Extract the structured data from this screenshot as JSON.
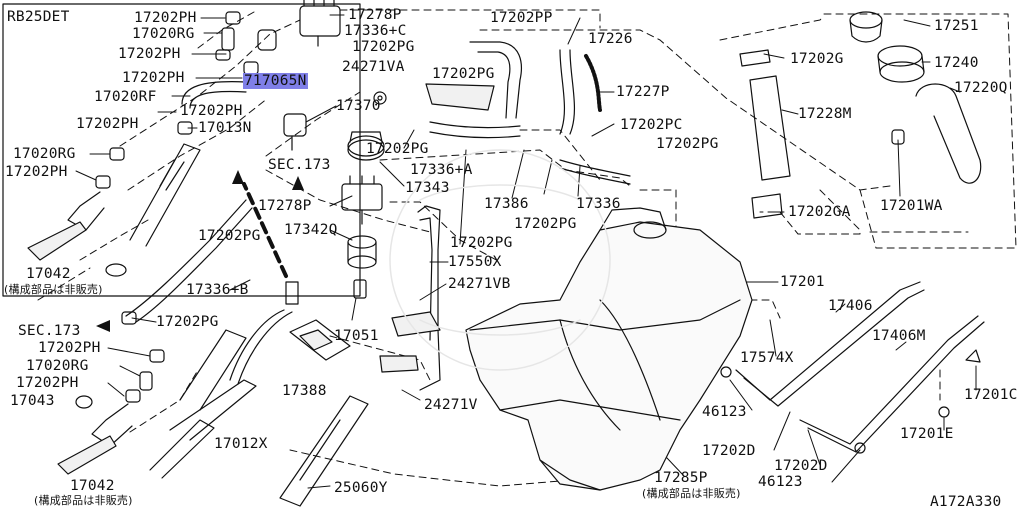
{
  "diagram": {
    "engine_box_label": "RB25DET",
    "figure_code": "A172A330",
    "labels": [
      {
        "id": "l1",
        "text": "17202PH"
      },
      {
        "id": "l2",
        "text": "17020RG"
      },
      {
        "id": "l3",
        "text": "17202PH"
      },
      {
        "id": "l4",
        "text": "17202PH"
      },
      {
        "id": "l5",
        "text": "17020RF"
      },
      {
        "id": "l6",
        "text": "17202PH"
      },
      {
        "id": "l7",
        "text": "17013N"
      },
      {
        "id": "l8",
        "text": "17202PH"
      },
      {
        "id": "l9",
        "text": "17020RG"
      },
      {
        "id": "l10",
        "text": "17202PH"
      },
      {
        "id": "l11",
        "text": "17042"
      },
      {
        "id": "l12",
        "text": "(構成部品は非販売)"
      },
      {
        "id": "l13",
        "text": "17278P"
      },
      {
        "id": "l14",
        "text": "17336+C"
      },
      {
        "id": "l15",
        "text": "17202PG"
      },
      {
        "id": "l16",
        "text": "24271VA"
      },
      {
        "id": "l17",
        "text": "717065N",
        "highlight": true
      },
      {
        "id": "l18",
        "text": "17370"
      },
      {
        "id": "l19",
        "text": "SEC.173"
      },
      {
        "id": "l20",
        "text": "17202PG"
      },
      {
        "id": "l21",
        "text": "17343"
      },
      {
        "id": "l22",
        "text": "17336+A"
      },
      {
        "id": "l23",
        "text": "17278P"
      },
      {
        "id": "l24",
        "text": "17202PG"
      },
      {
        "id": "l25",
        "text": "17342Q"
      },
      {
        "id": "l26",
        "text": "17336+B"
      },
      {
        "id": "l27",
        "text": "SEC.173"
      },
      {
        "id": "l28",
        "text": "17202PG"
      },
      {
        "id": "l29",
        "text": "17202PH"
      },
      {
        "id": "l30",
        "text": "17020RG"
      },
      {
        "id": "l31",
        "text": "17202PH"
      },
      {
        "id": "l32",
        "text": "17043"
      },
      {
        "id": "l33",
        "text": "17042"
      },
      {
        "id": "l34",
        "text": "(構成部品は非販売)"
      },
      {
        "id": "l35",
        "text": "17388"
      },
      {
        "id": "l36",
        "text": "17012X"
      },
      {
        "id": "l37",
        "text": "17051"
      },
      {
        "id": "l38",
        "text": "25060Y"
      },
      {
        "id": "l39",
        "text": "17202PP"
      },
      {
        "id": "l40",
        "text": "17226"
      },
      {
        "id": "l41",
        "text": "17202PG"
      },
      {
        "id": "l42",
        "text": "17227P"
      },
      {
        "id": "l43",
        "text": "17202PC"
      },
      {
        "id": "l44",
        "text": "17202PG"
      },
      {
        "id": "l45",
        "text": "17386"
      },
      {
        "id": "l46",
        "text": "17336"
      },
      {
        "id": "l47",
        "text": "17202PG"
      },
      {
        "id": "l48",
        "text": "17202PG"
      },
      {
        "id": "l49",
        "text": "17550X"
      },
      {
        "id": "l50",
        "text": "24271VB"
      },
      {
        "id": "l51",
        "text": "24271V"
      },
      {
        "id": "l52",
        "text": "17251"
      },
      {
        "id": "l53",
        "text": "17202G"
      },
      {
        "id": "l54",
        "text": "17240"
      },
      {
        "id": "l55",
        "text": "17220Q"
      },
      {
        "id": "l56",
        "text": "17228M"
      },
      {
        "id": "l57",
        "text": "17201WA"
      },
      {
        "id": "l58",
        "text": "17202GA"
      },
      {
        "id": "l59",
        "text": "17201"
      },
      {
        "id": "l60",
        "text": "17406"
      },
      {
        "id": "l61",
        "text": "17406M"
      },
      {
        "id": "l62",
        "text": "17574X"
      },
      {
        "id": "l63",
        "text": "17201C"
      },
      {
        "id": "l64",
        "text": "46123"
      },
      {
        "id": "l65",
        "text": "17201E"
      },
      {
        "id": "l66",
        "text": "17202D"
      },
      {
        "id": "l67",
        "text": "17202D"
      },
      {
        "id": "l68",
        "text": "46123"
      },
      {
        "id": "l69",
        "text": "17285P"
      },
      {
        "id": "l70",
        "text": "(構成部品は非販売)"
      }
    ]
  }
}
